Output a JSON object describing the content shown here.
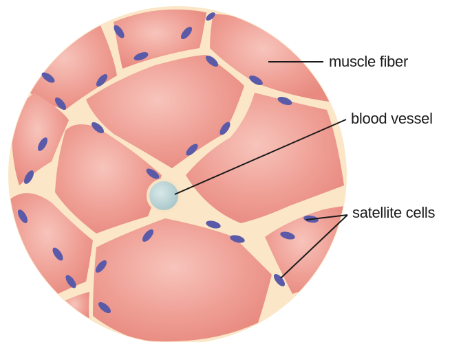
{
  "diagram": {
    "labels": {
      "muscle_fiber": "muscle fiber",
      "blood_vessel": "blood vessel",
      "satellite_cells": "satellite cells"
    },
    "colors": {
      "fiber": "#ee9c92",
      "fiber_highlight": "#f6bdb4",
      "connective_tissue": "#fbe7c8",
      "satellite_cell": "#5a5aa8",
      "blood_vessel": "#b9d3d5",
      "leader_line": "#1a1a1a"
    }
  }
}
